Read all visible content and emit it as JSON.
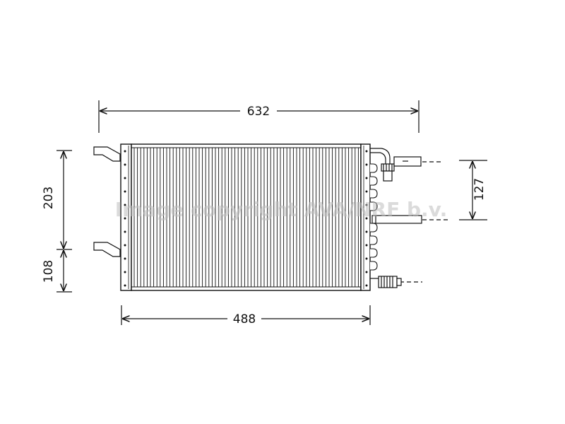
{
  "dimensions": {
    "overall_width": "632",
    "core_width": "488",
    "upper_height": "203",
    "lower_height": "108",
    "port_spacing": "127"
  },
  "watermark": "Image copyright AVA/NRF b.v.",
  "colors": {
    "line": "#111111",
    "watermark": "#bfbfbf"
  }
}
